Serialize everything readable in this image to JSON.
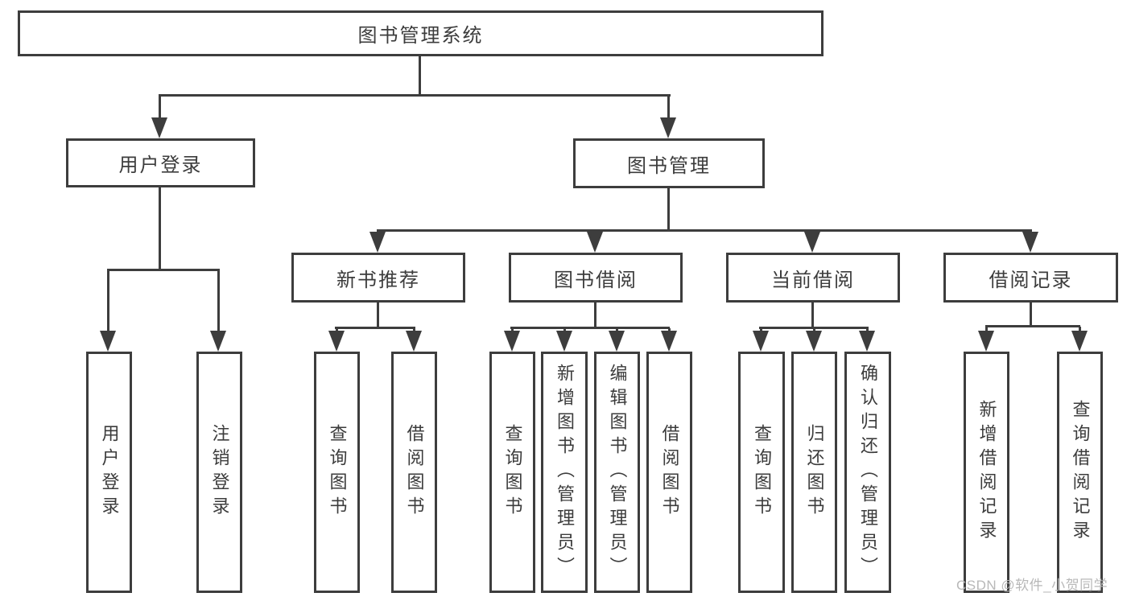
{
  "tree": {
    "root": {
      "label": "图书管理系统"
    },
    "level2": [
      {
        "label": "用户登录",
        "children": [
          {
            "label": "用户登录"
          },
          {
            "label": "注销登录"
          }
        ]
      },
      {
        "label": "图书管理",
        "children": [
          {
            "label": "新书推荐",
            "children": [
              {
                "label": "查询图书"
              },
              {
                "label": "借阅图书"
              }
            ]
          },
          {
            "label": "图书借阅",
            "children": [
              {
                "label": "查询图书"
              },
              {
                "label": "新增图书（管理员）"
              },
              {
                "label": "编辑图书（管理员）"
              },
              {
                "label": "借阅图书"
              }
            ]
          },
          {
            "label": "当前借阅",
            "children": [
              {
                "label": "查询图书"
              },
              {
                "label": "归还图书"
              },
              {
                "label": "确认归还（管理员）"
              }
            ]
          },
          {
            "label": "借阅记录",
            "children": [
              {
                "label": "新增借阅记录"
              },
              {
                "label": "查询借阅记录"
              }
            ]
          }
        ]
      }
    ]
  },
  "watermark": {
    "text": "CSDN @软件_小贺同学"
  },
  "colors": {
    "line": "#3d3d3d",
    "text": "#3c3c3c",
    "background": "#ffffff",
    "watermark": "#b8b8b8"
  }
}
